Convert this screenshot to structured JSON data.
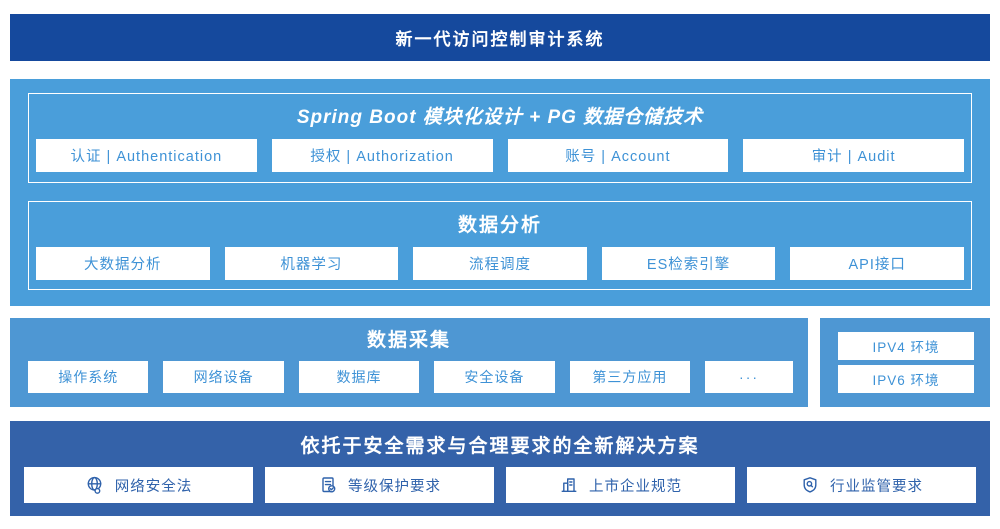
{
  "banner": {
    "title": "新一代访问控制审计系统"
  },
  "platform": {
    "modules": {
      "title": "Spring Boot 模块化设计 + PG 数据仓储技术",
      "items": [
        "认证 | Authentication",
        "授权 | Authorization",
        "账号 | Account",
        "审计 | Audit"
      ]
    },
    "analysis": {
      "title": "数据分析",
      "items": [
        "大数据分析",
        "机器学习",
        "流程调度",
        "ES检索引擎",
        "API接口"
      ]
    }
  },
  "collection": {
    "title": "数据采集",
    "items": [
      "操作系统",
      "网络设备",
      "数据库",
      "安全设备",
      "第三方应用",
      "···"
    ],
    "environments": [
      "IPV4 环境",
      "IPV6 环境"
    ]
  },
  "solution": {
    "title": "依托于安全需求与合理要求的全新解决方案",
    "items": [
      {
        "icon": "globe-network-icon",
        "label": "网络安全法"
      },
      {
        "icon": "document-check-icon",
        "label": "等级保护要求"
      },
      {
        "icon": "building-icon",
        "label": "上市企业规范"
      },
      {
        "icon": "shield-search-icon",
        "label": "行业监管要求"
      }
    ]
  },
  "colors": {
    "banner_bg": "#15499D",
    "platform_bg": "#4A9EDA",
    "collection_bg": "#4E97D3",
    "solution_bg": "#3462A9",
    "light_button_text": "#3E92D6",
    "dark_button_text": "#2F62AB"
  }
}
